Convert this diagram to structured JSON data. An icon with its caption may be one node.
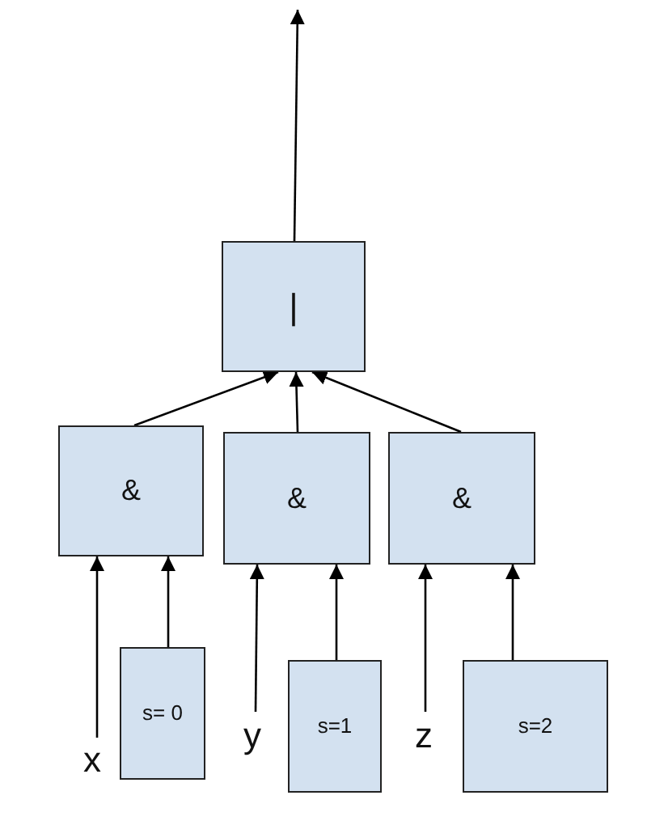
{
  "diagram": {
    "nodes": [
      {
        "text": [
          "|"
        ]
      },
      {
        "text": [
          "&"
        ]
      },
      {
        "text": [
          "&"
        ]
      },
      {
        "text": [
          "&"
        ]
      },
      {
        "text": [
          "x"
        ]
      },
      {
        "text": [
          "s= 0"
        ]
      },
      {
        "text": [
          "y"
        ]
      },
      {
        "text": [
          "s=1"
        ]
      },
      {
        "text": [
          "z"
        ]
      },
      {
        "text": [
          "s=2"
        ]
      }
    ],
    "edges": [
      {
        "from": 0,
        "to": null,
        "arrow": "to"
      },
      {
        "from": 1,
        "to": 0,
        "arrow": "to"
      },
      {
        "from": 2,
        "to": 0,
        "arrow": "to"
      },
      {
        "from": 3,
        "to": 0,
        "arrow": "to"
      },
      {
        "from": 4,
        "to": 1,
        "arrow": "to"
      },
      {
        "from": 5,
        "to": 1,
        "arrow": "to"
      },
      {
        "from": 6,
        "to": 2,
        "arrow": "to"
      },
      {
        "from": 7,
        "to": 2,
        "arrow": "to"
      },
      {
        "from": 8,
        "to": 3,
        "arrow": "to"
      },
      {
        "from": 9,
        "to": 3,
        "arrow": "to"
      }
    ]
  }
}
